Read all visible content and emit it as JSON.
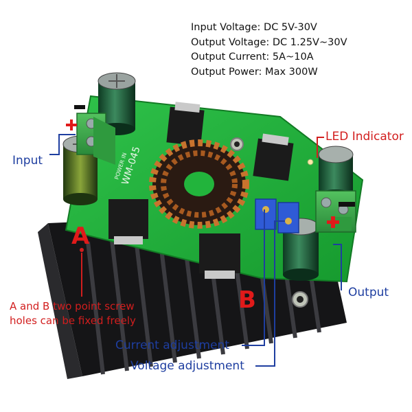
{
  "specs": [
    "Input Voltage: DC 5V-30V",
    "Output Voltage: DC 1.25V~30V",
    "Output Current: 5A~10A",
    "Output Power: Max 300W"
  ],
  "labels": {
    "input": "Input",
    "output": "Output",
    "led_indicator": "LED Indicator",
    "point_a": "A",
    "point_b": "B",
    "screw_note_line1": "A and B two point screw",
    "screw_note_line2": "holes can be fixed freely",
    "current_adjustment": "Current adjustment",
    "voltage_adjustment": "Voltage adjustment"
  },
  "board_silkscreen": {
    "model": "WM-045",
    "power_in": "POWER IN"
  },
  "colors": {
    "pcb": "#22b43c",
    "heatsink": "#1c1c1e",
    "label_blue": "#1e3ea0",
    "label_red": "#d21e1e",
    "terminal_green": "#3aa84a",
    "coil_copper": "#c8732e"
  }
}
